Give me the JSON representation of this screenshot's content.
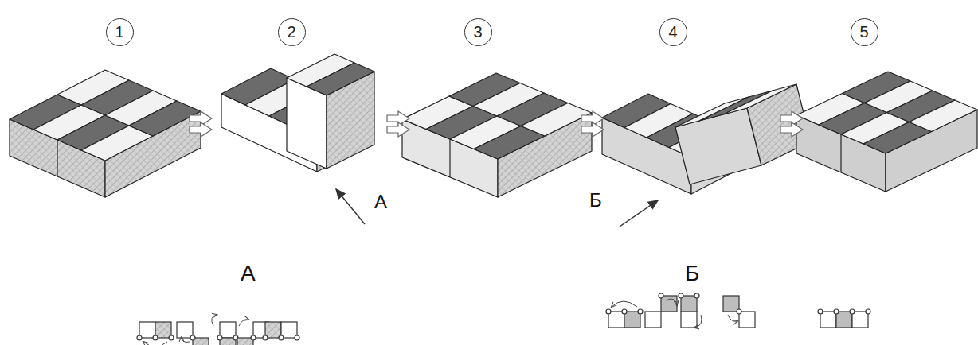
{
  "diagram": {
    "nodes": [
      {
        "text": [
          "1"
        ]
      },
      {
        "text": [
          "2"
        ]
      },
      {
        "text": [
          "3"
        ]
      },
      {
        "text": [
          "4"
        ]
      },
      {
        "text": [
          "5"
        ]
      }
    ],
    "labels": [
      "А",
      "Б",
      "А",
      "Б"
    ]
  }
}
